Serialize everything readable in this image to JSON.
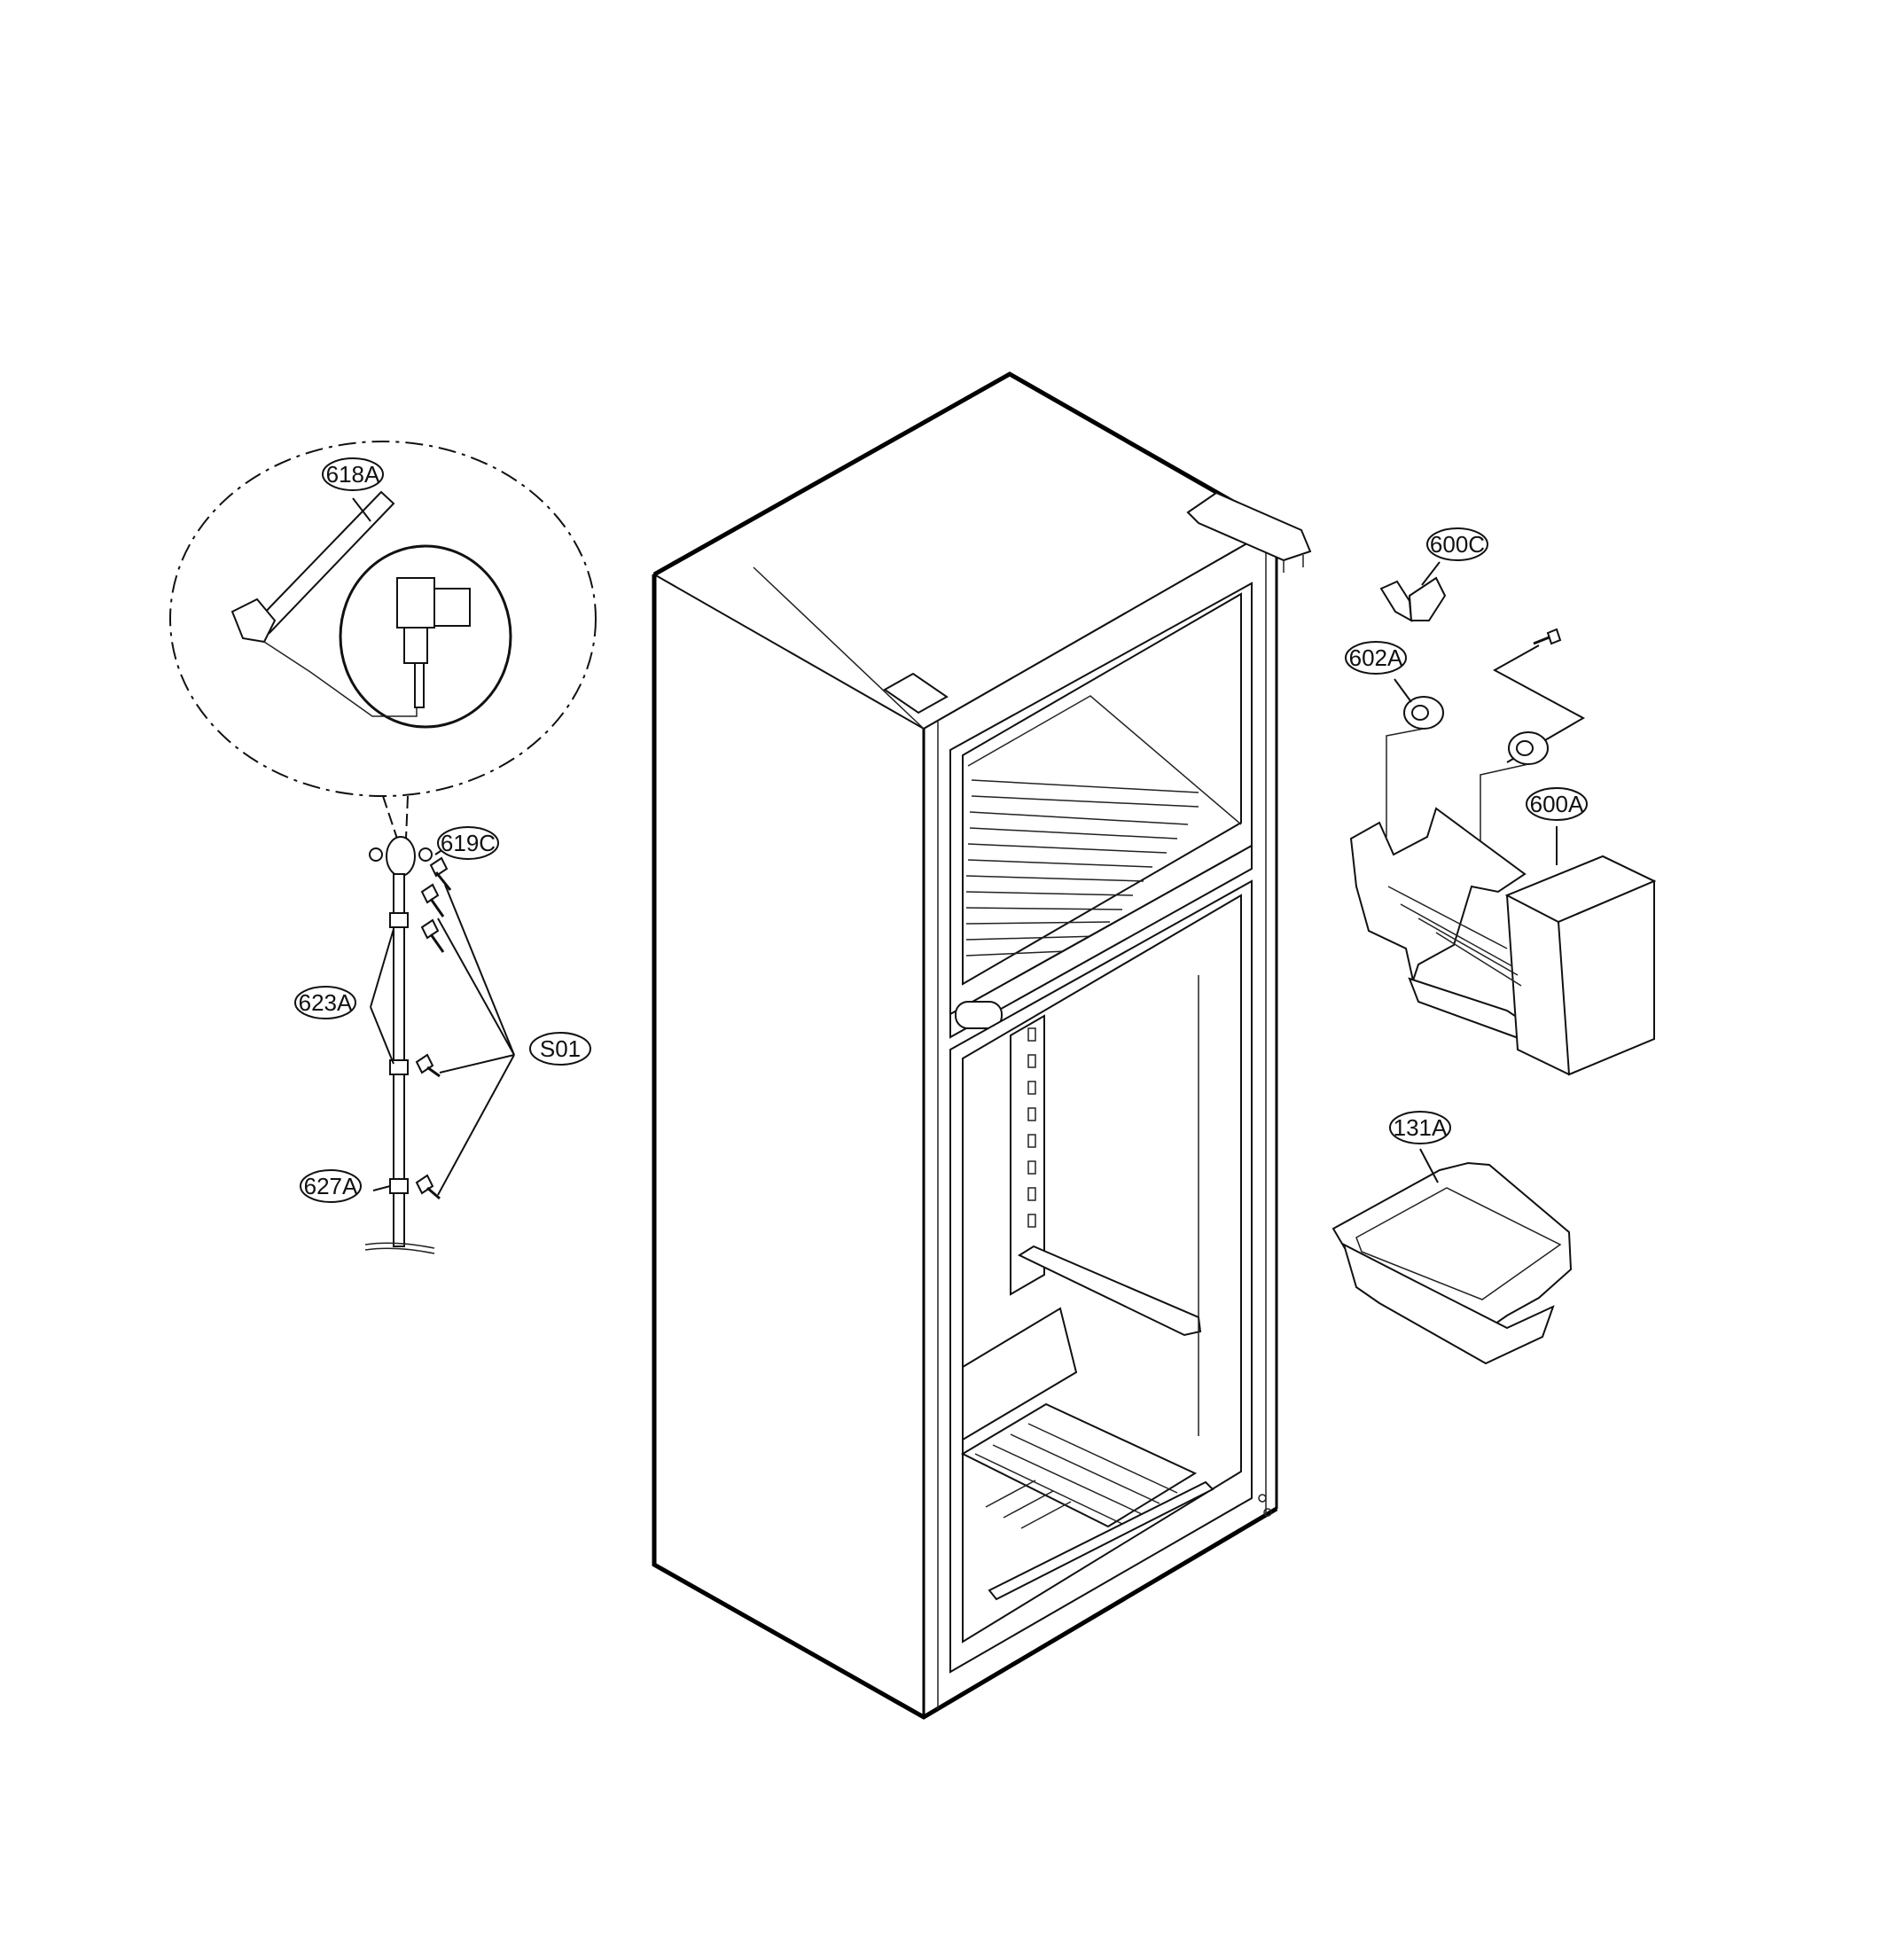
{
  "callouts": {
    "c618A": "618A",
    "c619C": "619C",
    "c623A": "623A",
    "c627A": "627A",
    "cS01": "S01",
    "c600C": "600C",
    "c602A": "602A",
    "c600A": "600A",
    "c131A": "131A"
  }
}
